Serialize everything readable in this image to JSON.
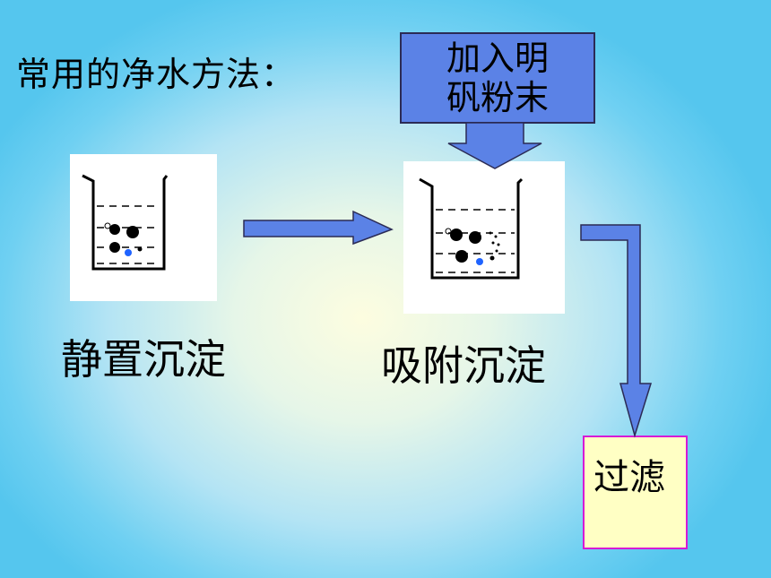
{
  "title": "常用的净水方法：",
  "alum_box": {
    "line1": "加入明",
    "line2": "矾粉末"
  },
  "steps": [
    {
      "label": "静置沉淀"
    },
    {
      "label": "吸附沉淀"
    },
    {
      "label": "过滤"
    }
  ],
  "colors": {
    "arrow_fill": "#5b82e6",
    "arrow_stroke": "#2b2b55",
    "filter_fill": "#ffffc4",
    "filter_border": "#d61ad6",
    "background_edge": "#55c6ee",
    "background_center": "#fdfde0"
  },
  "icons": [
    "beaker-icon",
    "arrow-right-icon",
    "arrow-down-icon",
    "elbow-arrow-icon"
  ]
}
